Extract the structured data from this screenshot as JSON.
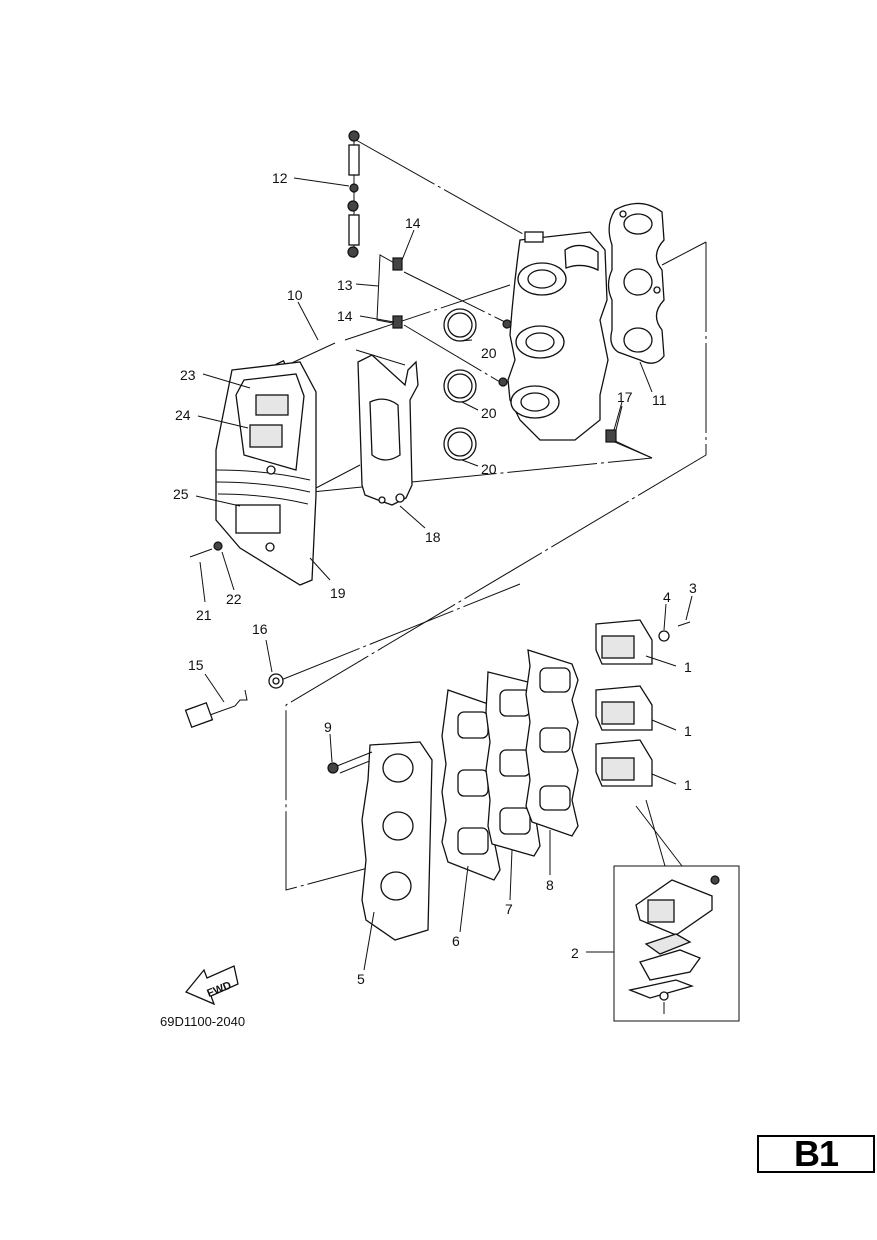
{
  "diagram_code": "69D1100-2040",
  "page_label": "B1",
  "fwd_label": "FWD",
  "callouts": {
    "c1a": "1",
    "c1b": "1",
    "c1c": "1",
    "c2": "2",
    "c3": "3",
    "c4": "4",
    "c5": "5",
    "c6": "6",
    "c7": "7",
    "c8": "8",
    "c9": "9",
    "c10": "10",
    "c11": "11",
    "c12": "12",
    "c13": "13",
    "c14a": "14",
    "c14b": "14",
    "c15": "15",
    "c16": "16",
    "c17": "17",
    "c18": "18",
    "c19": "19",
    "c20a": "20",
    "c20b": "20",
    "c20c": "20",
    "c21": "21",
    "c22": "22",
    "c23": "23",
    "c24": "24",
    "c25": "25"
  }
}
